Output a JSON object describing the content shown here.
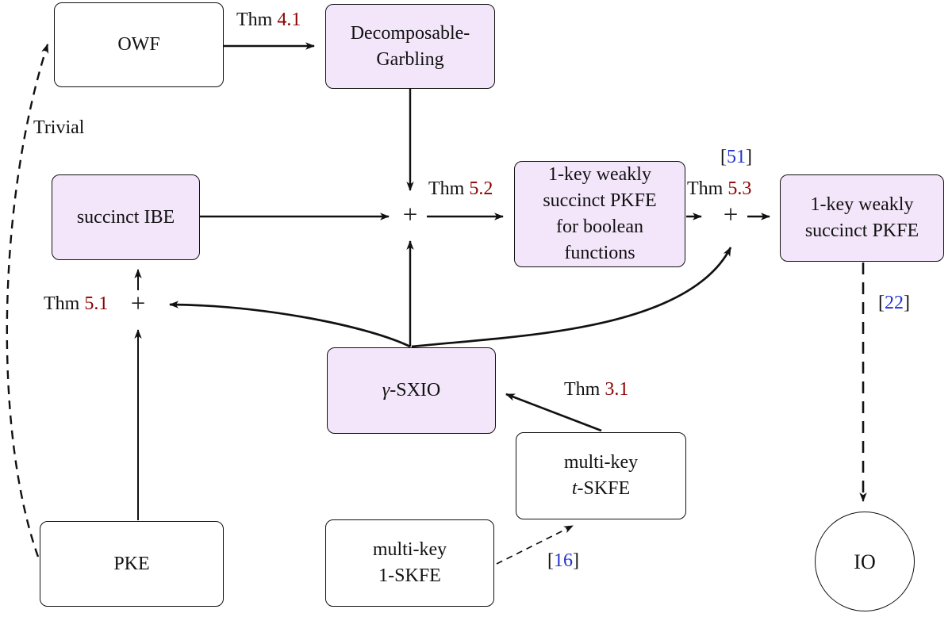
{
  "nodes": {
    "owf": {
      "label": "OWF"
    },
    "decomposable_garbling": {
      "lines": [
        "Decomposable-",
        "Garbling"
      ]
    },
    "succinct_ibe": {
      "label": "succinct IBE"
    },
    "pkfe_boolean": {
      "lines": [
        "1-key weakly",
        "succinct PKFE",
        "for boolean",
        "functions"
      ]
    },
    "pkfe": {
      "lines": [
        "1-key weakly",
        "succinct PKFE"
      ]
    },
    "gamma_sxio": {
      "italic": "γ",
      "rest": "-SXIO"
    },
    "multikey_tskfe": {
      "line1": "multi-key",
      "line2_italic": "t",
      "line2_rest": "-SKFE"
    },
    "multikey_1skfe": {
      "lines": [
        "multi-key",
        "1-SKFE"
      ]
    },
    "pke": {
      "label": "PKE"
    },
    "io": {
      "label": "IO"
    }
  },
  "junctions": {
    "plus": "+"
  },
  "labels": {
    "thm41": {
      "word": "Thm ",
      "number": "4.1"
    },
    "thm52": {
      "word": "Thm ",
      "number": "5.2"
    },
    "thm53": {
      "word": "Thm ",
      "number": "5.3"
    },
    "thm51": {
      "word": "Thm ",
      "number": "5.1"
    },
    "thm31": {
      "word": "Thm ",
      "number": "3.1"
    },
    "trivial": "Trivial",
    "cite51": {
      "open": "[",
      "number": "51",
      "close": "]"
    },
    "cite22": {
      "open": "[",
      "number": "22",
      "close": "]"
    },
    "cite16": {
      "open": "[",
      "number": "16",
      "close": "]"
    }
  },
  "colors": {
    "box_fill": "#f3e6fa",
    "box_border": "#111111",
    "thm_number": "#8b0000",
    "citation_number": "#2233cc",
    "edge_stroke": "#111111"
  }
}
